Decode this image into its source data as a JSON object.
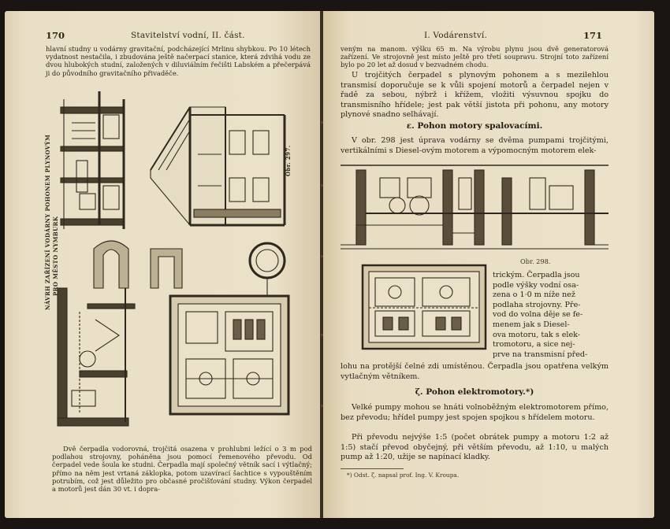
{
  "left_page": {
    "page_number": "170",
    "running_head": "Stavitelství vodní, II. část.",
    "top_text": "hlavní studny u vodárny gravitační, podcházející Mrlinu shybkou. Po 10 létech vydatnost nestačila, i zbudována ještě načerpací stanice, která zdvihá vodu ze dvou hlubokých studní, založených v diluviálním řečišti Labském a přečerpává ji do původního gravitačního přivaděče.",
    "fig_title_vertical_1": "NÁVRH ZAŘÍZENÍ VODÁRNY POHONEM PLYNOVÝM",
    "fig_title_vertical_2": "PRO MĚSTO NYMBURK",
    "fig_caption": "Obr. 297.",
    "bottom_text": "Dvě čerpadla vodorovná, trojčitá osazena v prohlubni ležící o 3 m pod podlahou strojovny, poháněna jsou pomocí řemenového převodu. Od čerpadel vede šoula ke studni. Čerpadla mají společný větník sací i výtlačný; přímo na něm jest vrtaná záklopka, potom uzavírací šachtice s vypouštěním potrubím, což jest důležito pro občasné pročišťování studny. Výkon čerpadel a motorů jest dán 30 vt. i dopra-"
  },
  "right_page": {
    "page_number": "171",
    "running_head": "I. Vodárenství.",
    "top_text": "veným na manom. výšku 65 m. Na výrobu plynu jsou dvě generatorová zařízení. Ve strojovně jest místo ještě pro třetí soupravu. Strojní toto zařízení bylo po 20 let až dosud v bezvadném chodu.",
    "para_1": "U trojčitých čerpadel s plynovým pohonem a s mezilehlou transmisí doporučuje se k vůli spojení motorů a čerpadel nejen v řadě za sebou, nýbrž i křížem, vložiti výsuvnou spojku do transmisního hřídele; jest pak větší jistota při pohonu, any motory plynové snadno selhávají.",
    "section_e_title": "ε. Pohon motory spalovacími.",
    "para_2": "V obr. 298 jest úprava vodárny se dvěma pumpami trojčitými, vertikálními s Diesel-ovým motorem a výpomocným motorem elek-",
    "fig_caption": "Obr. 298.",
    "side_text_lines": [
      "trickým. Čerpadla jsou",
      "podle výšky vodní osa-",
      "zena o 1·0 m níže než",
      "podlaha strojovny. Pře-",
      "vod do volna děje se fe-",
      "menem jak s Diesel-",
      "ova motoru, tak s elek-",
      "tromotoru, a sice nej-",
      "prve na transmisní před-"
    ],
    "para_3": "lohu na protější čelné zdi umístěnou. Čerpadla jsou opatřena velkým vytlačným větníkem.",
    "section_z_title": "ζ. Pohon elektromotory.*)",
    "para_4": "Velké pumpy mohou se hnáti volnoběžným elektromotorem přímo, bez převodu; hřídel pumpy jest spojen spojkou s hřídelem motoru.",
    "para_5": "Při převodu nejvýše 1:5 (počet obrátek pumpy a motoru 1:2 až 1:5) stačí převod obyčejný, při větším převodu, až 1:10, u malých pump až 1:20, užije se napínací kladky.",
    "footnote": "*) Odst. ζ. napsal prof. Ing. V. Kroupa."
  }
}
